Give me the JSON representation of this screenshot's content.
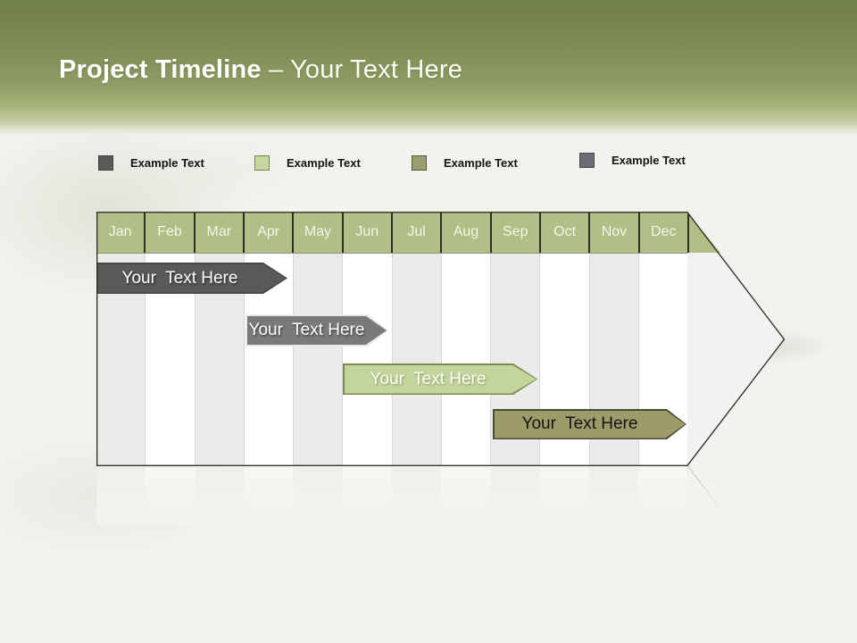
{
  "title": {
    "bold": "Project Timeline ",
    "light": "– Your Text Here"
  },
  "colors": {
    "header_gradient_top": "#70804a",
    "header_gradient_mid": "#8e9d64",
    "month_cell": "#b0bf85",
    "grid_shade": "#ebebe9",
    "arrow_head_fill": "#f2f2f0",
    "arrow_outline": "#35352f"
  },
  "legend": {
    "items": [
      {
        "label": "Example Text",
        "swatch_color": "#595959"
      },
      {
        "label": "Example Text",
        "swatch_color": "#c5d6a0"
      },
      {
        "label": "Example Text",
        "swatch_color": "#9d9d72"
      },
      {
        "label": "Example Text",
        "swatch_color": "#6d6d75"
      }
    ]
  },
  "timeline": {
    "months": [
      "Jan",
      "Feb",
      "Mar",
      "Apr",
      "May",
      "Jun",
      "Jul",
      "Aug",
      "Sep",
      "Oct",
      "Nov",
      "Dec"
    ],
    "bars": [
      {
        "label": "Your  Text Here",
        "start": "Jan",
        "end": "Mar",
        "fill": "#595959",
        "text_color": "#ffffff"
      },
      {
        "label": "Your  Text Here",
        "start": "Apr",
        "end": "Jun",
        "fill": "#7a7a7a",
        "text_color": "#ffffff"
      },
      {
        "label": "Your  Text Here",
        "start": "Jun",
        "end": "Sep",
        "fill": "#c3d59b",
        "text_color": "#fcfdf5"
      },
      {
        "label": "Your  Text Here",
        "start": "Sep",
        "end": "Dec",
        "fill": "#9c9c6a",
        "text_color": "#141414"
      }
    ]
  }
}
